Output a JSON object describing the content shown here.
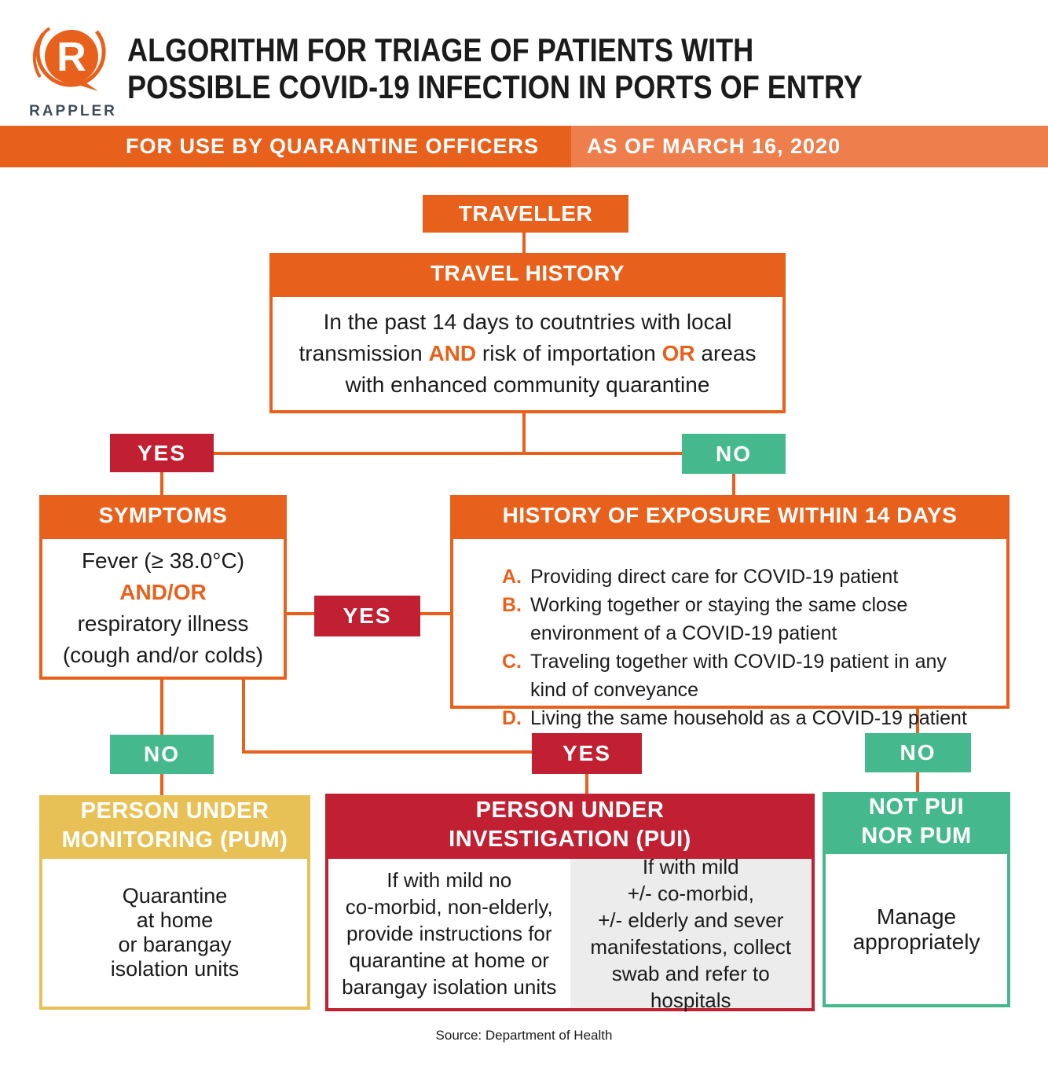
{
  "colors": {
    "orange": "#e8611c",
    "orange_light": "#ef7e4d",
    "red": "#c02031",
    "green": "#45b98d",
    "gold": "#e8c156",
    "gray_panel": "#ececec",
    "ink": "#1b1b1b",
    "logo_gray": "#3e4a56"
  },
  "brand": {
    "name": "RAPPLER",
    "letter": "R"
  },
  "header": {
    "title_lines": [
      "ALGORITHM FOR TRIAGE OF PATIENTS WITH",
      "POSSIBLE COVID-19 INFECTION IN PORTS OF ENTRY"
    ]
  },
  "banner": {
    "left": "FOR USE BY QUARANTINE OFFICERS",
    "right": "AS OF MARCH 16, 2020"
  },
  "flow": {
    "traveller": "TRAVELLER",
    "travel_history": {
      "title": "TRAVEL HISTORY",
      "body_segments": [
        {
          "t": "In the past 14 days to coutntries with local",
          "br": true
        },
        {
          "t": "transmission "
        },
        {
          "t": "AND",
          "accent": true
        },
        {
          "t": " risk of importation "
        },
        {
          "t": "OR",
          "accent": true
        },
        {
          "t": " areas",
          "br": true
        },
        {
          "t": "with enhanced community quarantine"
        }
      ]
    },
    "decisions": {
      "top_yes": "YES",
      "top_no": "NO",
      "mid_yes": "YES",
      "bottom_no_left": "NO",
      "bottom_yes": "YES",
      "bottom_no_right": "NO"
    },
    "symptoms": {
      "title": "SYMPTOMS",
      "body_segments": [
        {
          "t": "Fever (≥ 38.0°C)",
          "br": true
        },
        {
          "t": "AND/OR",
          "accent": true,
          "br": true
        },
        {
          "t": "respiratory illness",
          "br": true
        },
        {
          "t": "(cough and/or colds)"
        }
      ]
    },
    "exposure": {
      "title": "HISTORY OF EXPOSURE WITHIN 14 DAYS",
      "items": [
        {
          "letter": "A.",
          "text": "Providing direct care for COVID-19 patient"
        },
        {
          "letter": "B.",
          "text": "Working together or staying the same close environment of a COVID-19 patient"
        },
        {
          "letter": "C.",
          "text": "Traveling together with COVID-19 patient in any kind of conveyance"
        },
        {
          "letter": "D.",
          "text": "Living the same household as a COVID-19 patient"
        }
      ]
    },
    "pum": {
      "title_lines": [
        "PERSON UNDER",
        "MONITORING (PUM)"
      ],
      "body_lines": [
        "Quarantine",
        "at home",
        "or barangay",
        "isolation units"
      ]
    },
    "pui": {
      "title_lines": [
        "PERSON UNDER",
        "INVESTIGATION (PUI)"
      ],
      "left_lines": [
        "If with mild no",
        "co-morbid, non-elderly,",
        "provide instructions for",
        "quarantine at home or",
        "barangay isolation units"
      ],
      "right_lines": [
        "If with mild",
        "+/- co-morbid,",
        "+/- elderly and sever",
        "manifestations, collect",
        "swab and refer to",
        "hospitals"
      ]
    },
    "not_pui": {
      "title_lines": [
        "NOT PUI",
        "NOR PUM"
      ],
      "body_lines": [
        "Manage",
        "appropriately"
      ]
    }
  },
  "footer": {
    "source": "Source: Department of Health"
  }
}
